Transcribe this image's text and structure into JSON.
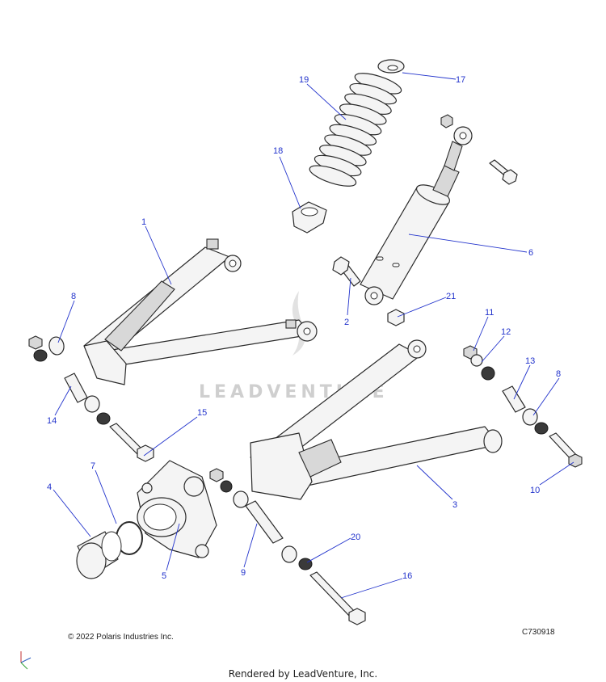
{
  "callouts": [
    "1",
    "2",
    "3",
    "4",
    "5",
    "6",
    "7",
    "8",
    "8",
    "9",
    "10",
    "11",
    "12",
    "13",
    "14",
    "15",
    "16",
    "17",
    "18",
    "19",
    "20",
    "21"
  ],
  "watermark_text": "LEADVENTURE",
  "copyright": "© 2022 Polaris Industries Inc.",
  "figure_id": "C730918",
  "footer": "Rendered by LeadVenture, Inc.",
  "colors": {
    "callout": "#2233cc",
    "line": "#2a2a2a"
  }
}
